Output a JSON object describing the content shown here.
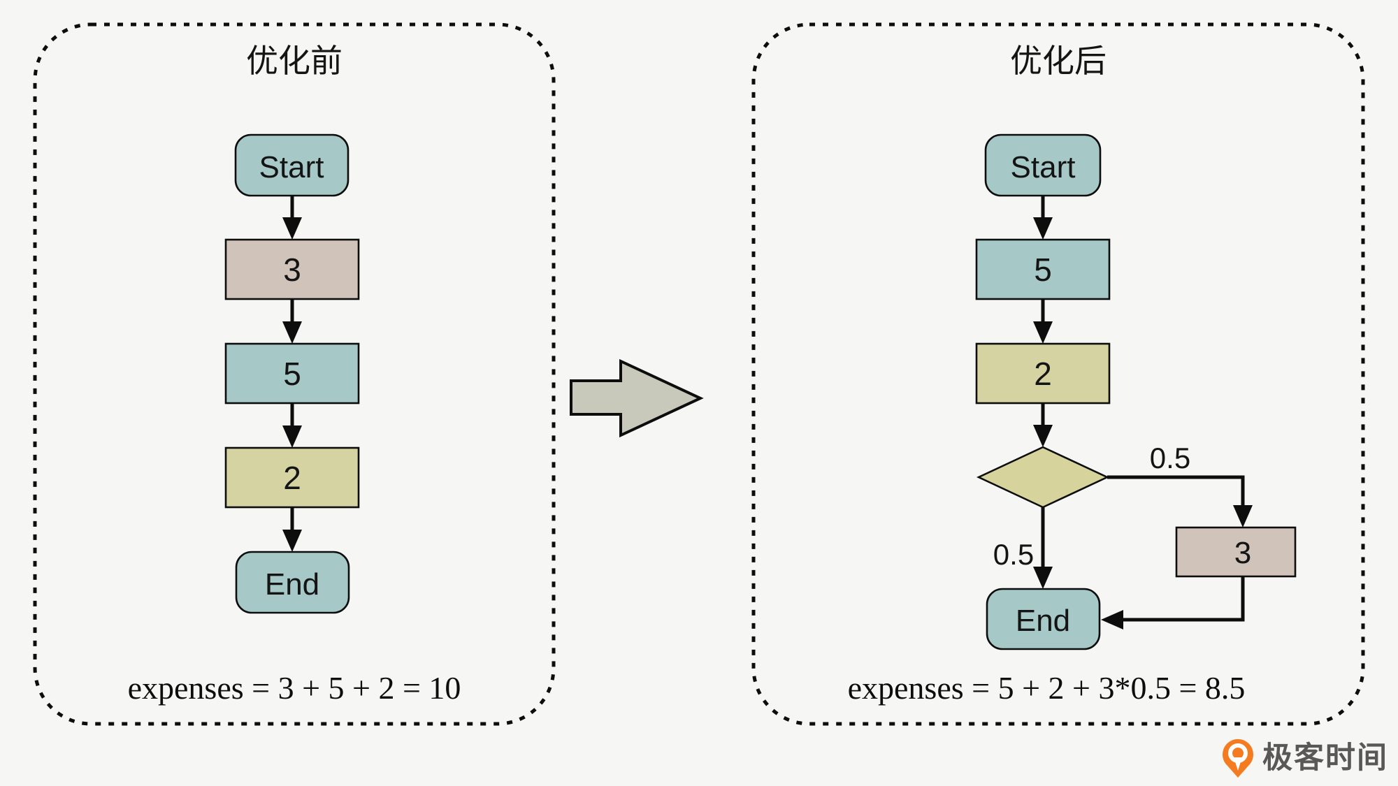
{
  "colors": {
    "background": "#f6f6f4",
    "node_teal": "#a6c9c7",
    "node_tan": "#d0c3b9",
    "node_olive": "#d5d3a1",
    "diamond_olive": "#d6d39c",
    "big_arrow_gray": "#c9c9bb",
    "line_black": "#0d0d0d",
    "brand_orange": "#f47b20",
    "brand_text_gray": "#595757"
  },
  "before": {
    "title": "优化前",
    "nodes": {
      "start": "Start",
      "step1": "3",
      "step2": "5",
      "step3": "2",
      "end": "End"
    },
    "formula": "expenses = 3 + 5 + 2 = 10"
  },
  "after": {
    "title": "优化后",
    "nodes": {
      "start": "Start",
      "step1": "5",
      "step2": "2",
      "branch": "3",
      "end": "End"
    },
    "edge_labels": {
      "branch_right": "0.5",
      "branch_down": "0.5"
    },
    "formula": "expenses = 5 + 2 + 3*0.5 = 8.5"
  },
  "brand": {
    "name": "极客时间"
  }
}
